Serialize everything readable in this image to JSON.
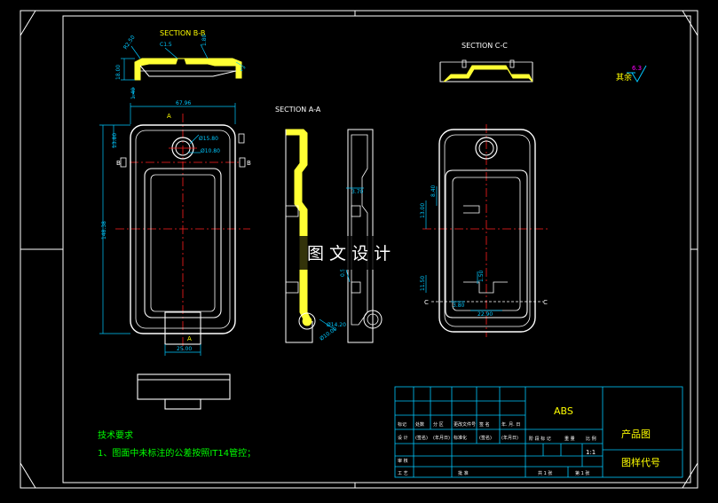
{
  "sections": {
    "bb": "SECTION B-B",
    "cc": "SECTION C-C",
    "aa": "SECTION A-A"
  },
  "markers": {
    "a_top": "A",
    "a_bottom": "A",
    "b_left": "B",
    "b_right": "B",
    "c_left": "C",
    "c_right": "C"
  },
  "dimensions": {
    "bb_r": "R2.50",
    "bb_c": "C1.5",
    "bb_w": "1.80",
    "bb_h": "18.00",
    "bb_b": "1.40",
    "bb_deg": "1°",
    "width": "67.96",
    "top_off": "13.80",
    "hole_outer": "Ø15.80",
    "hole_inner": "Ø10.80",
    "length": "148.38",
    "tab_w": "25.00",
    "aa_wall": "3.70",
    "aa_step": "0.5",
    "aa_hole_outer": "Ø14.20",
    "aa_hole_inner": "Ø10.00",
    "cc_a": "8.40",
    "cc_b": "13.00",
    "cc_c": "11.50",
    "cc_d": "1.50",
    "cc_e": "3.80",
    "cc_f": "22.90"
  },
  "surface": {
    "label": "其余",
    "value": "6.3"
  },
  "watermark": "图 文 设 计",
  "notes": {
    "title": "技术要求",
    "line1": "1、图面中未标注的公差按照IT14管控；"
  },
  "title_block": {
    "material": "ABS",
    "product": "产品图",
    "drawing_no": "图样代号",
    "scale": "1:1",
    "cells": {
      "r1c1": "标记",
      "r1c2": "处数",
      "r1c3": "分 区",
      "r1c4": "更改文件号",
      "r1c5": "签 名",
      "r1c6": "年. 月. 日",
      "r2c1": "设 计",
      "r2c2": "(签名)",
      "r2c3": "(年月日)",
      "r2c4": "标准化",
      "r2c5": "(签名)",
      "r2c6": "(年月日)",
      "stage": "阶 段 标 记",
      "weight": "重 量",
      "ratio": "比 例",
      "sheets": "共 1 张",
      "sheet": "第 1 张",
      "r3c1": "审 核",
      "r4c1": "工 艺",
      "r4c4": "批 准"
    }
  },
  "colors": {
    "background": "#000000",
    "border": "#ffffff",
    "part": "#ffffff",
    "dimension": "#00c8ff",
    "text": "#ffff00",
    "green_text": "#00ff00",
    "title_grid": "#00c8ff",
    "section_fill": "#ffff33",
    "centerline": "#ff2020",
    "magenta": "#ff00ff"
  }
}
